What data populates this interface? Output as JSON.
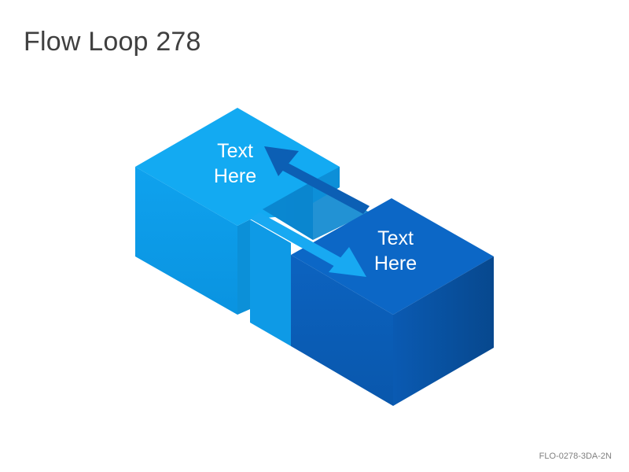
{
  "title": "Flow Loop 278",
  "footer_code": "FLO-0278-3DA-2N",
  "blocks": [
    {
      "label_line1": "Text",
      "label_line2": "Here",
      "color": "#12a4f0"
    },
    {
      "label_line1": "Text",
      "label_line2": "Here",
      "color": "#0b62c0"
    }
  ],
  "colors": {
    "light_top": "#14aaf2",
    "light_front": "#0d9be6",
    "light_side": "#0d8fd8",
    "dark_top": "#0d67c4",
    "dark_front": "#0a5db8",
    "dark_side": "#084f9e",
    "arrow_dark": "#0d5fb4",
    "arrow_light": "#19aaf2"
  }
}
